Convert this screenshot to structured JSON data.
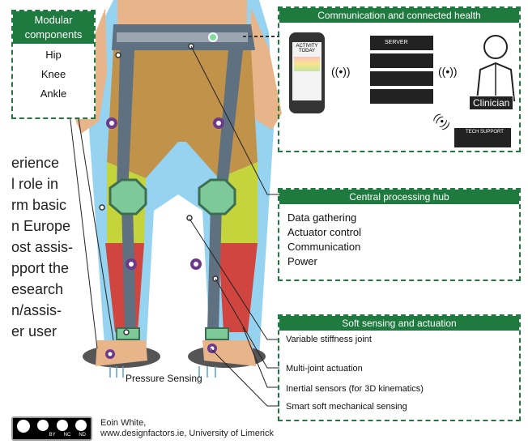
{
  "modular": {
    "title": "Modular components",
    "items": [
      "Hip",
      "Knee",
      "Ankle"
    ]
  },
  "comm": {
    "title": "Communication and connected health",
    "phone_line1": "ACTIVITY",
    "phone_line2": "TODAY",
    "server_label": "SERVER",
    "clinician": "Clinician",
    "tech_support": "TECH SUPPORT"
  },
  "hub": {
    "title": "Central processing hub",
    "items": [
      "Data gathering",
      "Actuator control",
      "Communication",
      "Power"
    ]
  },
  "soft": {
    "title": "Soft sensing and actuation",
    "items": [
      "Variable stiffness joint",
      "Multi-joint actuation",
      "Inertial sensors (for 3D kinematics)",
      "Smart soft mechanical sensing"
    ]
  },
  "pressure_label": "Pressure Sensing",
  "background_text": [
    "erience",
    "l role in",
    "rm basic",
    "n Europe",
    "ost assis-",
    "pport the",
    "esearch",
    "n/assis-",
    "er user"
  ],
  "credit": {
    "line1": "Eoin White,",
    "line2": "www.designfactors.ie, University of Limerick",
    "badge": [
      "BY",
      "NC",
      "ND"
    ]
  },
  "colors": {
    "accent_green": "#1e7a3e",
    "exo_grey": "#5f7080",
    "thigh": "#c0924a",
    "shin": "#c4d43a"
  }
}
